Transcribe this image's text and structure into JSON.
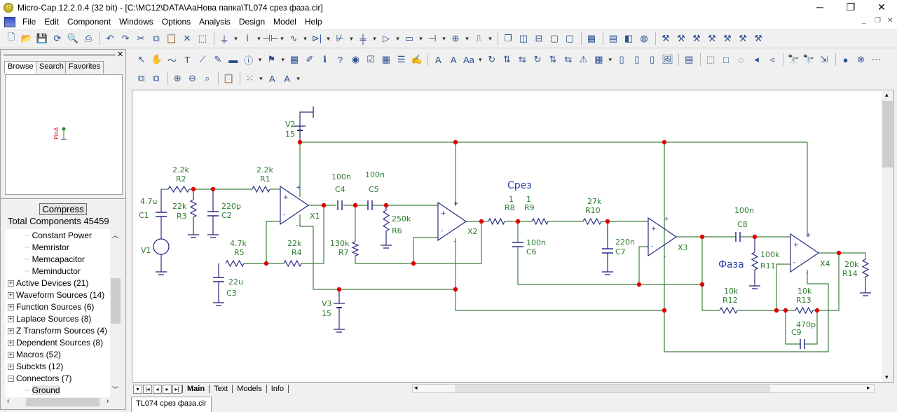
{
  "window": {
    "title": "Micro-Cap 12.2.0.4 (32 bit) - [C:\\MC12\\DATA\\АаНова папка\\TL074 срез фаза.cir]",
    "app_icon_text": "12"
  },
  "menu": [
    "File",
    "Edit",
    "Component",
    "Windows",
    "Options",
    "Analysis",
    "Design",
    "Model",
    "Help"
  ],
  "toolbar_main": [
    "new-file-icon",
    "open-folder-icon",
    "save-icon",
    "refresh-icon",
    "print-preview-icon",
    "print-icon",
    "|",
    "undo-icon",
    "redo-icon",
    "cut-icon",
    "copy-icon",
    "paste-icon",
    "delete-icon",
    "select-all-icon",
    "|",
    "ground-icon",
    "dropdown-icon",
    "resistor-icon",
    "dropdown-icon",
    "capacitor-icon",
    "dropdown-icon",
    "inductor-icon",
    "dropdown-icon",
    "diode-icon",
    "dropdown-icon",
    "transistor-icon",
    "dropdown-icon",
    "mosfet-icon",
    "dropdown-icon",
    "opamp-icon",
    "dropdown-icon",
    "macro-icon",
    "dropdown-icon",
    "battery-icon",
    "dropdown-icon",
    "source-icon",
    "dropdown-icon",
    "pulse-source-icon",
    "dropdown-icon",
    "|",
    "cascade-windows-icon",
    "tile-vertical-icon",
    "tile-horizontal-icon",
    "window-icon",
    "window-icon",
    "|",
    "calculator-icon",
    "|",
    "component-editor-icon",
    "shape-editor-icon",
    "package-editor-icon",
    "|",
    "tool-icon",
    "tool-icon",
    "tool-icon",
    "tool-icon",
    "tool-icon",
    "tool-icon",
    "tool-icon"
  ],
  "toolbar_edit": [
    "select-arrow-icon",
    "pan-hand-icon",
    "wire-icon",
    "text-icon",
    "diagonal-wire-icon",
    "pencil-icon",
    "bus-icon",
    "info-icon",
    "dropdown-icon",
    "flag-icon",
    "dropdown-icon",
    "table-icon",
    "probe-icon",
    "info-circle-icon",
    "help-icon",
    "node-icon",
    "checkbox-icon",
    "grid-icon",
    "list-icon",
    "edit-icon",
    "|",
    "attribute-text-icon",
    "attribute-text-icon",
    "text-case-icon",
    "dropdown-icon",
    "rotate-icon",
    "flip-icon",
    "mirror-icon",
    "rotate-icon",
    "flip-icon",
    "mirror-icon",
    "warning-icon",
    "grid-icon",
    "dropdown-icon",
    "page-icon",
    "page-icon",
    "page-icon",
    "image-icon",
    "|",
    "bom-icon",
    "|",
    "bbox-icon",
    "square-icon",
    "circle-icon",
    "play-icon",
    "back-icon",
    "|",
    "find-icon",
    "find-next-icon",
    "export-icon",
    "|",
    "step-icon",
    "stop-icon",
    "more-icon"
  ],
  "toolbar_view": [
    "copy-to-front-icon",
    "copy-to-back-icon",
    "|",
    "zoom-in-icon",
    "zoom-out-icon",
    "zoom-fit-icon",
    "|",
    "clipboard-icon",
    "|",
    "grid-dots-icon",
    "dropdown-icon",
    "font-icon",
    "font-color-icon",
    "dropdown-icon"
  ],
  "left_panel": {
    "tabs": [
      "Browse",
      "Search",
      "Favorites"
    ],
    "preview_label": "PinA",
    "compress_label": "Compress",
    "total_components": "Total Components 45459",
    "tree": [
      {
        "label": "Constant Power",
        "level": 2
      },
      {
        "label": "Memristor",
        "level": 2
      },
      {
        "label": "Memcapacitor",
        "level": 2
      },
      {
        "label": "Meminductor",
        "level": 2
      },
      {
        "label": "Active Devices (21)",
        "level": 1,
        "expander": "+"
      },
      {
        "label": "Waveform Sources (14)",
        "level": 1,
        "expander": "+"
      },
      {
        "label": "Function Sources (6)",
        "level": 1,
        "expander": "+"
      },
      {
        "label": "Laplace Sources (8)",
        "level": 1,
        "expander": "+"
      },
      {
        "label": "Z Transform Sources (4)",
        "level": 1,
        "expander": "+"
      },
      {
        "label": "Dependent Sources (8)",
        "level": 1,
        "expander": "+"
      },
      {
        "label": "Macros (52)",
        "level": 1,
        "expander": "+"
      },
      {
        "label": "Subckts (12)",
        "level": 1,
        "expander": "+"
      },
      {
        "label": "Connectors (7)",
        "level": 1,
        "expander": "−"
      },
      {
        "label": "Ground",
        "level": 2,
        "selected": true
      }
    ]
  },
  "schematic": {
    "colors": {
      "wire": "#3f7f3f",
      "component": "#2a2a80",
      "node": "#e00000",
      "label": "#2e7d2e",
      "annotation": "#2a3fa8"
    },
    "annotations": [
      "Срез",
      "Фаза"
    ],
    "opamps": [
      "X1",
      "X2",
      "X3",
      "X4"
    ],
    "components": [
      {
        "name": "V2",
        "value": "15"
      },
      {
        "name": "V3",
        "value": "15"
      },
      {
        "name": "V1",
        "value": ""
      },
      {
        "name": "C1",
        "value": "4.7u"
      },
      {
        "name": "R2",
        "value": "2.2k"
      },
      {
        "name": "R3",
        "value": "22k"
      },
      {
        "name": "C2",
        "value": "220p"
      },
      {
        "name": "R1",
        "value": "2.2k"
      },
      {
        "name": "R5",
        "value": "4.7k"
      },
      {
        "name": "R4",
        "value": "22k"
      },
      {
        "name": "C3",
        "value": "22u"
      },
      {
        "name": "C4",
        "value": "100n"
      },
      {
        "name": "C5",
        "value": "100n"
      },
      {
        "name": "R6",
        "value": "250k"
      },
      {
        "name": "R7",
        "value": "130k"
      },
      {
        "name": "R8",
        "value": "1"
      },
      {
        "name": "R9",
        "value": "1"
      },
      {
        "name": "C6",
        "value": "100n"
      },
      {
        "name": "R10",
        "value": "27k"
      },
      {
        "name": "C7",
        "value": "220n"
      },
      {
        "name": "C8",
        "value": "100n"
      },
      {
        "name": "R11",
        "value": "100k"
      },
      {
        "name": "R12",
        "value": "10k"
      },
      {
        "name": "R13",
        "value": "10k"
      },
      {
        "name": "C9",
        "value": "470p"
      },
      {
        "name": "R14",
        "value": "20k"
      }
    ]
  },
  "sheet_tabs": [
    "Main",
    "Text",
    "Models",
    "Info"
  ],
  "active_sheet": "Main",
  "file_tab": "TL074 срез фаза.cir"
}
